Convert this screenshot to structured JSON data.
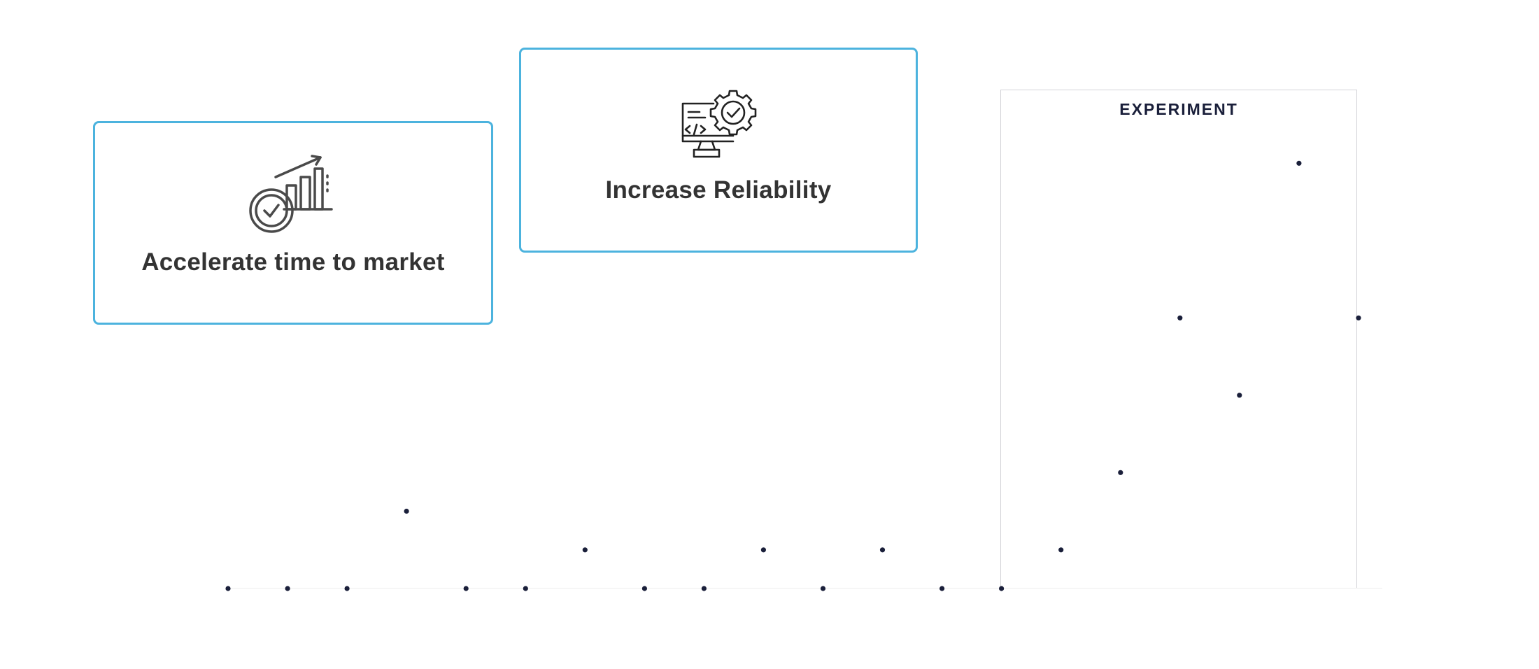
{
  "cards": [
    {
      "title": "Accelerate time to market",
      "icon": "clock-growth-chart-icon"
    },
    {
      "title": "Increase Reliability",
      "icon": "monitor-code-gear-icon"
    }
  ],
  "experiment": {
    "label": "EXPERIMENT"
  },
  "colors": {
    "card_border": "#4cb3de",
    "dot": "#1a1f3a",
    "title_text": "#333333",
    "box_border": "#d4d4d8"
  },
  "chart_data": {
    "type": "scatter",
    "levels": 5,
    "points": [
      {
        "x": 1,
        "y": 0
      },
      {
        "x": 2,
        "y": 0
      },
      {
        "x": 3,
        "y": 0
      },
      {
        "x": 4,
        "y": 1
      },
      {
        "x": 5,
        "y": 0
      },
      {
        "x": 6,
        "y": 0
      },
      {
        "x": 7,
        "y": 0.5
      },
      {
        "x": 8,
        "y": 0
      },
      {
        "x": 9,
        "y": 0
      },
      {
        "x": 10,
        "y": 0.5
      },
      {
        "x": 11,
        "y": 0
      },
      {
        "x": 12,
        "y": 0.5
      },
      {
        "x": 13,
        "y": 0
      },
      {
        "x": 14,
        "y": 0
      },
      {
        "x": 15,
        "y": 0.5
      },
      {
        "x": 16,
        "y": 1.5
      },
      {
        "x": 17,
        "y": 3.5
      },
      {
        "x": 18,
        "y": 2.5
      },
      {
        "x": 19,
        "y": 5.5
      },
      {
        "x": 20,
        "y": 3.5
      }
    ],
    "title": "",
    "xlabel": "",
    "ylabel": ""
  }
}
